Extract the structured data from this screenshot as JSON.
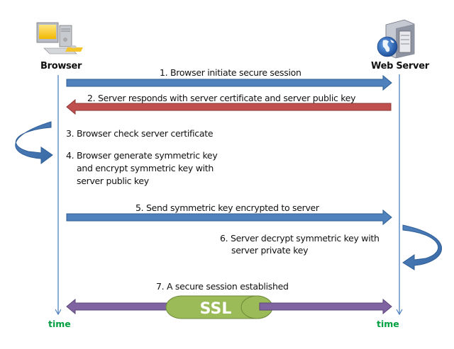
{
  "actors": {
    "client": {
      "label": "Browser",
      "icon": "desktop-computer-icon"
    },
    "server": {
      "label": "Web Server",
      "icon": "web-server-globe-icon"
    }
  },
  "timeline_label": "time",
  "steps": [
    {
      "n": 1,
      "text": "1. Browser initiate secure session",
      "direction": "client-to-server",
      "color": "#4a7ab5"
    },
    {
      "n": 2,
      "text": "2. Server responds with server certificate and server public key",
      "direction": "server-to-client",
      "color": "#c0504d"
    },
    {
      "n": 3,
      "text": "3. Browser check server certificate",
      "direction": "client-self"
    },
    {
      "n": 4,
      "lines": [
        "4. Browser generate symmetric key",
        "and encrypt symmetric key with",
        "server public key"
      ],
      "direction": "client-self"
    },
    {
      "n": 5,
      "text": "5. Send symmetric key encrypted to server",
      "direction": "client-to-server",
      "color": "#4a7ab5"
    },
    {
      "n": 6,
      "lines": [
        "6. Server decrypt symmetric key with",
        "server private key"
      ],
      "direction": "server-self"
    },
    {
      "n": 7,
      "text": "7. A secure session established",
      "direction": "bidirectional",
      "color": "#8064a2"
    }
  ],
  "tunnel": {
    "label": "SSL",
    "color": "#9bbb59"
  },
  "colors": {
    "lifeline": "#4f81bd",
    "time_text": "#00a040",
    "self_arrow": "#4f81bd"
  }
}
